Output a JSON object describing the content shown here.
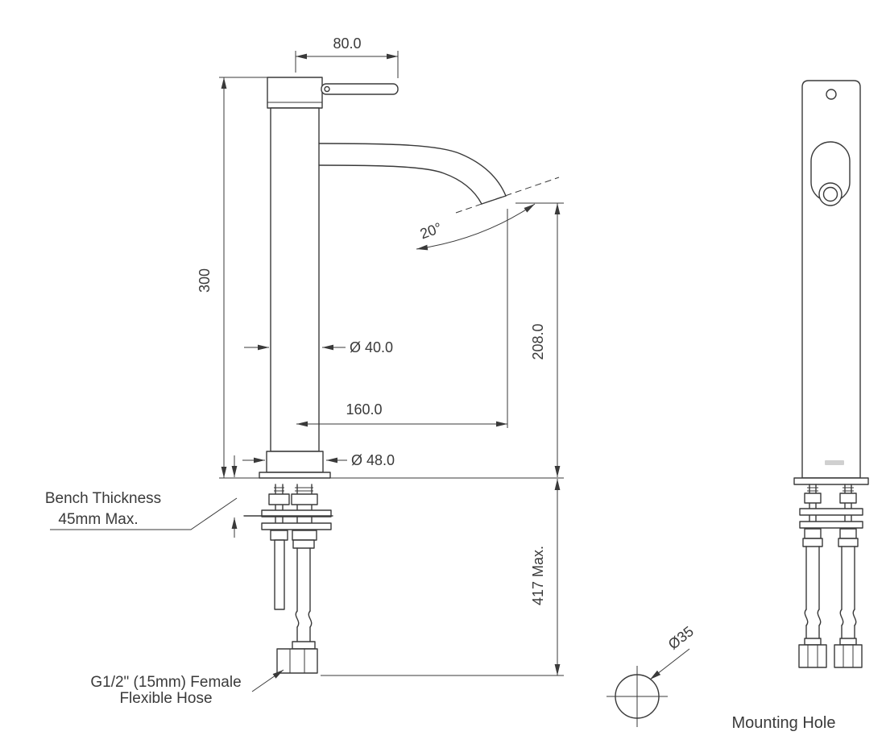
{
  "colors": {
    "ink": "#3a3a3a",
    "background": "#ffffff"
  },
  "side_view": {
    "dims": {
      "handle_length": "80.0",
      "height": "300",
      "spout_angle": "20°",
      "body_diameter": "Ø 40.0",
      "spout_reach": "160.0",
      "base_diameter": "Ø 48.0",
      "outlet_height": "208.0",
      "hose_drop_max": "417 Max."
    },
    "notes": {
      "bench_thickness_line1": "Bench Thickness",
      "bench_thickness_line2": "45mm Max.",
      "hose_line1": "G1/2\" (15mm) Female",
      "hose_line2": "Flexible Hose"
    }
  },
  "mounting_hole_detail": {
    "diameter": "Ø35",
    "label": "Mounting Hole"
  }
}
